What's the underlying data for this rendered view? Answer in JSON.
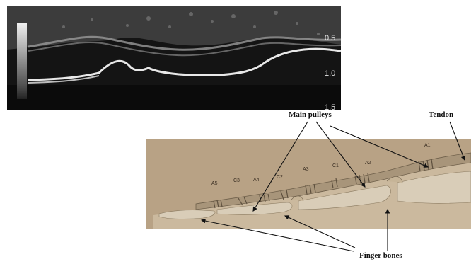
{
  "ultrasound": {
    "depth_labels": [
      "0.5",
      "1.0",
      "1.5"
    ]
  },
  "illustration": {
    "pulley_labels": [
      "A5",
      "C3",
      "A4",
      "C2",
      "A3",
      "C1",
      "A2",
      "A1"
    ]
  },
  "callouts": {
    "main_pulleys": "Main pulleys",
    "tendon": "Tendon",
    "finger_bones": "Finger bones"
  }
}
